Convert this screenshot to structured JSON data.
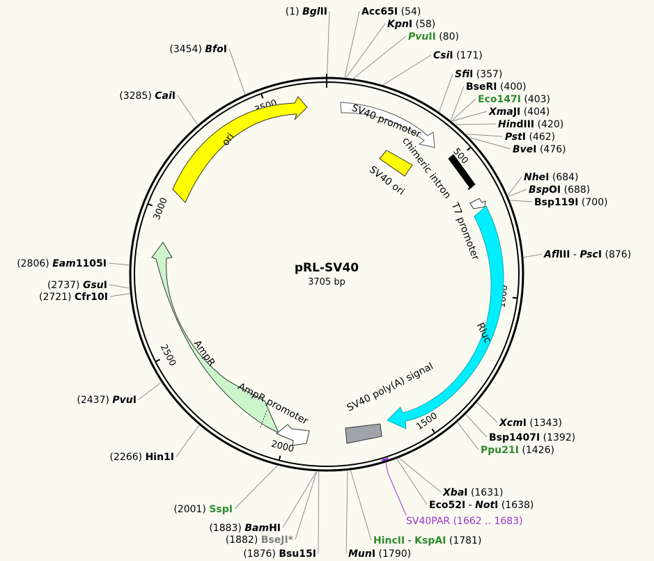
{
  "plasmid": {
    "name": "pRL-SV40",
    "length": 3705,
    "length_label": "3705 bp"
  },
  "colors": {
    "background": "#FBFAF1",
    "backbone": "#000000",
    "leader": "#8c8c8c",
    "enzyme_normal": "#000000",
    "enzyme_highlight": "#2e8b2e",
    "enzyme_asterisk": "#808080",
    "primer": "#9933cc",
    "ori": "#ffff00",
    "rluc": "#00eeff",
    "ampr": "#ccf5cc",
    "polya": "#a0a4aa",
    "promoter": "#ffffff",
    "intron": "#000000"
  },
  "ticks": [
    {
      "pos": 500,
      "label": "500"
    },
    {
      "pos": 1000,
      "label": "1000"
    },
    {
      "pos": 1500,
      "label": "1500"
    },
    {
      "pos": 2000,
      "label": "2000"
    },
    {
      "pos": 2500,
      "label": "2500"
    },
    {
      "pos": 3000,
      "label": "3000"
    },
    {
      "pos": 3500,
      "label": "3500"
    }
  ],
  "features": [
    {
      "id": "ori",
      "label": "ori",
      "type": "arrow-cw",
      "color": "#ffff00"
    },
    {
      "id": "sv40-promoter",
      "label": "SV40 promoter",
      "type": "arrow-cw",
      "color": "#ffffff"
    },
    {
      "id": "sv40-ori",
      "label": "SV40 ori",
      "type": "box",
      "color": "#ffff00"
    },
    {
      "id": "chimeric-intron",
      "label": "chimeric intron",
      "type": "bar",
      "color": "#000000"
    },
    {
      "id": "t7-promoter",
      "label": "T7 promoter",
      "type": "arrow-cw",
      "color": "#ffffff"
    },
    {
      "id": "rluc",
      "label": "Rluc",
      "type": "arrow-cw",
      "color": "#00eeff"
    },
    {
      "id": "sv40-polya",
      "label": "SV40 poly(A) signal",
      "type": "box",
      "color": "#a0a4aa"
    },
    {
      "id": "ampr-promoter",
      "label": "AmpR promoter",
      "type": "arrow-ccw",
      "color": "#ffffff"
    },
    {
      "id": "ampr",
      "label": "AmpR",
      "type": "arrow-ccw",
      "color": "#ccf5cc"
    }
  ],
  "enzymes": [
    {
      "name_italic": "Bgl",
      "name_rest": "II",
      "pos_text": "(1)",
      "pos": 1,
      "side": "left",
      "color": "normal"
    },
    {
      "name_italic": "",
      "name_rest": "Acc65I",
      "pos_text": "(54)",
      "pos": 54,
      "side": "right",
      "color": "normal"
    },
    {
      "name_italic": "Kpn",
      "name_rest": "I",
      "pos_text": "(58)",
      "pos": 58,
      "side": "right",
      "color": "normal"
    },
    {
      "name_italic": "Pvu",
      "name_rest": "II",
      "pos_text": "(80)",
      "pos": 80,
      "side": "right",
      "color": "highlight"
    },
    {
      "name_italic": "Csi",
      "name_rest": "I",
      "pos_text": "(171)",
      "pos": 171,
      "side": "right",
      "color": "normal"
    },
    {
      "name_italic": "Sfi",
      "name_rest": "I",
      "pos_text": "(357)",
      "pos": 357,
      "side": "right",
      "color": "normal"
    },
    {
      "name_italic": "",
      "name_rest": "BseRI",
      "pos_text": "(400)",
      "pos": 400,
      "side": "right",
      "color": "normal"
    },
    {
      "name_italic": "",
      "name_rest": "Eco147I",
      "pos_text": "(403)",
      "pos": 403,
      "side": "right",
      "color": "highlight"
    },
    {
      "name_italic": "Xma",
      "name_rest": "JI",
      "pos_text": "(404)",
      "pos": 404,
      "side": "right",
      "color": "normal"
    },
    {
      "name_italic": "Hin",
      "name_rest": "dIII",
      "pos_text": "(420)",
      "pos": 420,
      "side": "right",
      "color": "normal"
    },
    {
      "name_italic": "Pst",
      "name_rest": "I",
      "pos_text": "(462)",
      "pos": 462,
      "side": "right",
      "color": "normal"
    },
    {
      "name_italic": "Bve",
      "name_rest": "I",
      "pos_text": "(476)",
      "pos": 476,
      "side": "right",
      "color": "normal"
    },
    {
      "name_italic": "Nhe",
      "name_rest": "I",
      "pos_text": "(684)",
      "pos": 684,
      "side": "right",
      "color": "normal"
    },
    {
      "name_italic": "Bsp",
      "name_rest": "OI",
      "pos_text": "(688)",
      "pos": 688,
      "side": "right",
      "color": "normal"
    },
    {
      "name_italic": "",
      "name_rest": "Bsp119I",
      "pos_text": "(700)",
      "pos": 700,
      "side": "right",
      "color": "normal"
    },
    {
      "name_italic": "Afl",
      "name_rest": "III",
      "extra": " - ",
      "name2_italic": "Psc",
      "name2_rest": "I",
      "pos_text": "(876)",
      "pos": 876,
      "side": "right",
      "color": "normal"
    },
    {
      "name_italic": "Xcm",
      "name_rest": "I",
      "pos_text": "(1343)",
      "pos": 1343,
      "side": "right",
      "color": "normal"
    },
    {
      "name_italic": "",
      "name_rest": "Bsp1407I",
      "pos_text": "(1392)",
      "pos": 1392,
      "side": "right",
      "color": "normal"
    },
    {
      "name_italic": "",
      "name_rest": "Ppu21I",
      "pos_text": "(1426)",
      "pos": 1426,
      "side": "right",
      "color": "highlight"
    },
    {
      "name_italic": "Xba",
      "name_rest": "I",
      "pos_text": "(1631)",
      "pos": 1631,
      "side": "right",
      "color": "normal"
    },
    {
      "name_italic": "",
      "name_rest": "Eco52I",
      "extra": " - ",
      "name2_italic": "Not",
      "name2_rest": "I",
      "pos_text": "(1638)",
      "pos": 1638,
      "side": "right",
      "color": "normal"
    },
    {
      "name_italic": "",
      "name_rest": "HincII",
      "extra": " - ",
      "name2_italic": "",
      "name2_rest": "KspAI",
      "pos_text": "(1781)",
      "pos": 1781,
      "side": "right",
      "color": "highlight"
    },
    {
      "name_italic": "Mun",
      "name_rest": "I",
      "pos_text": "(1790)",
      "pos": 1790,
      "side": "right",
      "color": "normal"
    },
    {
      "name_italic": "",
      "name_rest": "Bsu15I",
      "pos_text": "(1876)",
      "pos": 1876,
      "side": "left",
      "color": "normal"
    },
    {
      "name_italic": "",
      "name_rest": "BseJI*",
      "pos_text": "(1882)",
      "pos": 1882,
      "side": "left",
      "color": "asterisk"
    },
    {
      "name_italic": "Bam",
      "name_rest": "HI",
      "pos_text": "(1883)",
      "pos": 1883,
      "side": "left",
      "color": "normal"
    },
    {
      "name_italic": "",
      "name_rest": "SspI",
      "pos_text": "(2001)",
      "pos": 2001,
      "side": "left",
      "color": "highlight"
    },
    {
      "name_italic": "",
      "name_rest": "Hin1I",
      "pos_text": "(2266)",
      "pos": 2266,
      "side": "left",
      "color": "normal"
    },
    {
      "name_italic": "Pvu",
      "name_rest": "I",
      "pos_text": "(2437)",
      "pos": 2437,
      "side": "left",
      "color": "normal"
    },
    {
      "name_italic": "",
      "name_rest": "Cfr10I",
      "pos_text": "(2721)",
      "pos": 2721,
      "side": "left",
      "color": "normal"
    },
    {
      "name_italic": "Gsu",
      "name_rest": "I",
      "pos_text": "(2737)",
      "pos": 2737,
      "side": "left",
      "color": "normal"
    },
    {
      "name_italic": "Eam",
      "name_rest": "1105I",
      "pos_text": "(2806)",
      "pos": 2806,
      "side": "left",
      "color": "normal"
    },
    {
      "name_italic": "Cai",
      "name_rest": "I",
      "pos_text": "(3285)",
      "pos": 3285,
      "side": "left",
      "color": "normal"
    },
    {
      "name_italic": "Bfo",
      "name_rest": "I",
      "pos_text": "(3454)",
      "pos": 3454,
      "side": "left",
      "color": "normal"
    }
  ],
  "primers": [
    {
      "name": "SV40PAR",
      "pos_text": "(1662 .. 1683)",
      "start": 1662,
      "end": 1683
    }
  ]
}
